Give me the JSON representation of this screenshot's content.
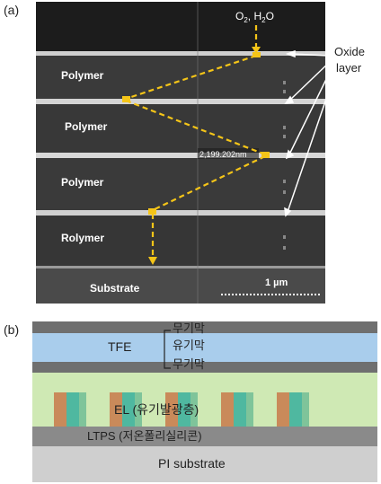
{
  "panel_a": {
    "label": "(a)",
    "ingress_label": "O",
    "ingress_sub": "2",
    "ingress_rest": ", H",
    "ingress_sub2": "2",
    "ingress_end": "O",
    "oxide_label_1": "Oxide",
    "oxide_label_2": "layer",
    "layers": [
      "Polymer",
      "Polymer",
      "Polymer",
      "Rolymer"
    ],
    "substrate": "Substrate",
    "measurement": "2,199.202nm",
    "scale_bar": "1 µm",
    "colors": {
      "path": "#f5c518",
      "sem_dark": "#2a2a2a",
      "oxide": "#d9d9d9"
    }
  },
  "panel_b": {
    "label": "(b)",
    "tfe": "TFE",
    "tfe_layers": [
      "무기막",
      "유기막",
      "무기막"
    ],
    "el": "EL (유기발광층)",
    "ltps": "LTPS (저온폴리실리콘)",
    "substrate": "PI substrate",
    "colors": {
      "tfe": "#a9cdec",
      "el": "#cfe9b4",
      "inorganic": "#6f6f6f",
      "ltps": "#8a8a8a",
      "pi": "#cfcfcf",
      "pixel_a": "#c98a5a",
      "pixel_b": "#4fb8a0"
    }
  }
}
